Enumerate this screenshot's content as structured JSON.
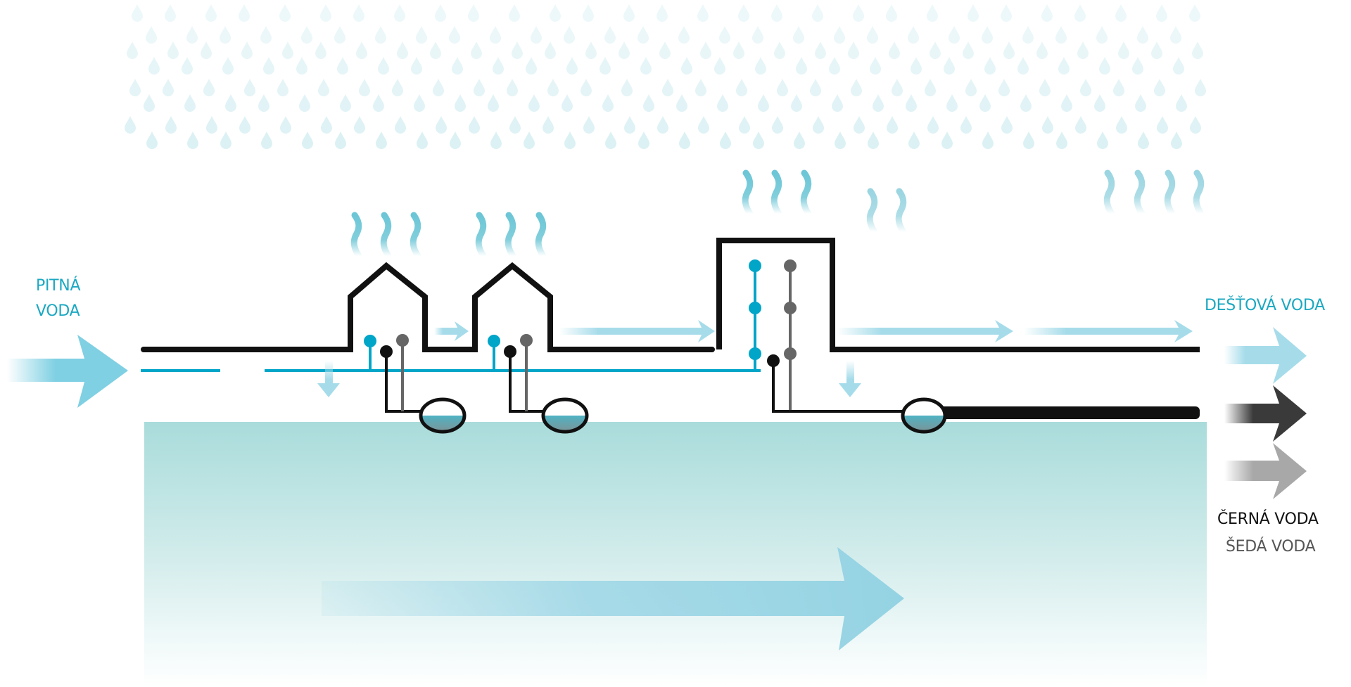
{
  "title": "Water cycle in settlement – drinking, rain, black and grey water",
  "colors": {
    "drinking_water": "#00a5c8",
    "rain_water": "#88d3e4",
    "black_water": "#111111",
    "grey_water": "#666666",
    "ground": "#a9dcdb",
    "rain_drops": "#dff1f4"
  },
  "labels": {
    "drinking_water_line1": "PITNÁ",
    "drinking_water_line2": "VODA",
    "rain_water": "DEŠŤOVÁ VODA",
    "black_water": "ČERNÁ VODA",
    "grey_water": "ŠEDÁ VODA"
  },
  "legend": [
    {
      "name": "rain-water",
      "label_ref": "DEŠŤOVÁ VODA",
      "arrow_color": "#a6dcea"
    },
    {
      "name": "black-water",
      "label_ref": "ČERNÁ VODA",
      "arrow_color": "#3a3a3a"
    },
    {
      "name": "grey-water",
      "label_ref": "ŠEDÁ VODA",
      "arrow_color": "#a8a8a8"
    }
  ],
  "elements": {
    "houses": [
      "house-1",
      "house-2"
    ],
    "apartment_building": "building-3",
    "tanks": 3,
    "outlets_per_house": [
      "drinking",
      "black",
      "grey"
    ],
    "building_outlet_floors": 3
  }
}
